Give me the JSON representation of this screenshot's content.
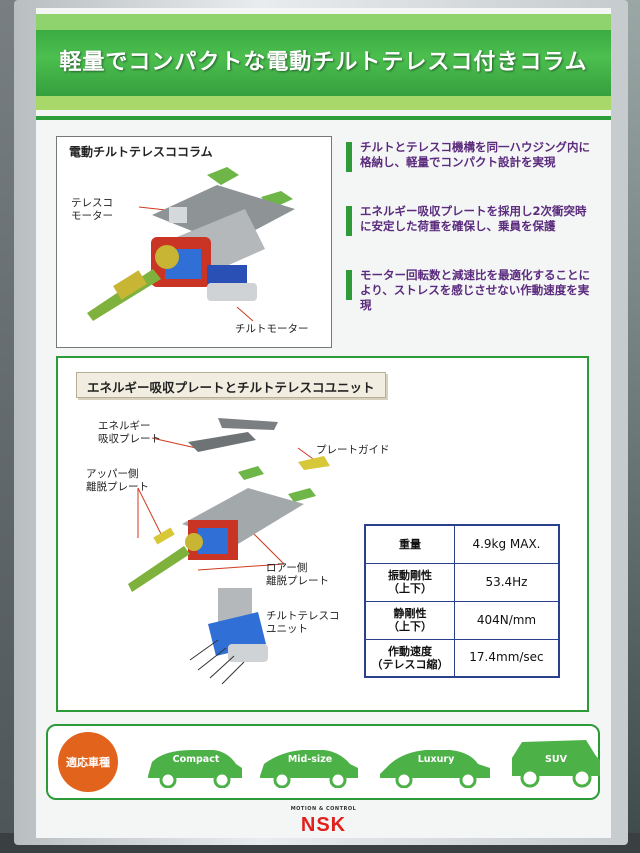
{
  "poster": {
    "title": "軽量でコンパクトな電動チルトテレスコ付きコラム"
  },
  "column_diagram": {
    "title": "電動チルトテレスココラム",
    "label_telescope_motor": "テレスコ\nモーター",
    "label_tilt_motor": "チルトモーター"
  },
  "features": [
    "チルトとテレスコ機構を同一ハウジング内に格納し、軽量でコンパクト設計を実現",
    "エネルギー吸収プレートを採用し2次衝突時に安定した荷重を確保し、乗員を保護",
    "モーター回転数と減速比を最適化することにより、ストレスを感じさせない作動速度を実現"
  ],
  "unit_diagram": {
    "title": "エネルギー吸収プレートとチルトテレスコユニット",
    "label_energy_plate": "エネルギー\n吸収プレート",
    "label_plate_guide": "プレートガイド",
    "label_upper_plate": "アッパー側\n離脱プレート",
    "label_lower_plate": "ロアー側\n離脱プレート",
    "label_tilt_unit": "チルトテレスコ\nユニット"
  },
  "specs": [
    {
      "key": "重量",
      "value": "4.9kg MAX."
    },
    {
      "key": "振動剛性\n（上下）",
      "value": "53.4Hz"
    },
    {
      "key": "静剛性\n（上下）",
      "value": "404N/mm"
    },
    {
      "key": "作動速度\n（テレスコ縮）",
      "value": "17.4mm/sec"
    }
  ],
  "vehicles": {
    "badge": "適応車種",
    "types": [
      "Compact",
      "Mid-size",
      "Luxury",
      "SUV"
    ]
  },
  "brand": {
    "tagline": "MOTION & CONTROL",
    "name": "NSK"
  },
  "colors": {
    "accent_green": "#2d9a3a",
    "feature_text": "#5b2b7e",
    "badge_orange": "#e2631c",
    "brand_red": "#e0201d"
  }
}
